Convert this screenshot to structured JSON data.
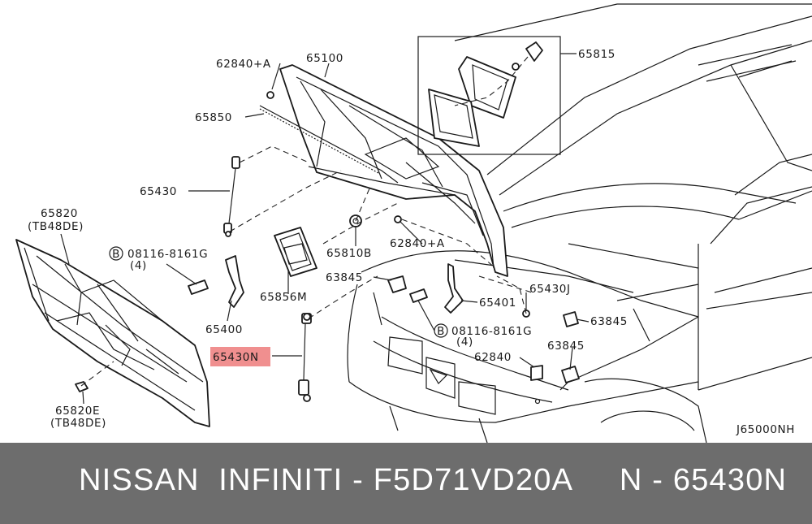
{
  "diagram": {
    "code": "J65000NH",
    "labels": {
      "p62840A_top": "62840+A",
      "p65100": "65100",
      "p65815": "65815",
      "p65850": "65850",
      "p65430": "65430",
      "p65820": "65820",
      "p65820_sub": "(TB48DE)",
      "p08116_a": "08116-8161G",
      "p08116_a_qty": "(4)",
      "p65400": "65400",
      "p65856M": "65856M",
      "p65810B": "65810B",
      "p62840A_mid": "62840+A",
      "p63845_a": "63845",
      "p65430J": "65430J",
      "p65401": "65401",
      "p63845_b": "63845",
      "p08116_b": "08116-8161G",
      "p08116_b_qty": "(4)",
      "p62840": "62840",
      "p63845_c": "63845",
      "p65430N": "65430N",
      "p65820E": "65820E",
      "p65820E_sub": "(TB48DE)",
      "bolt_marker": "B"
    },
    "highlight_color": "#f08f8f"
  },
  "footer": {
    "text": "NISSAN  INFINITI - F5D71VD20A     N - 65430N",
    "background": "#6d6d6d"
  }
}
